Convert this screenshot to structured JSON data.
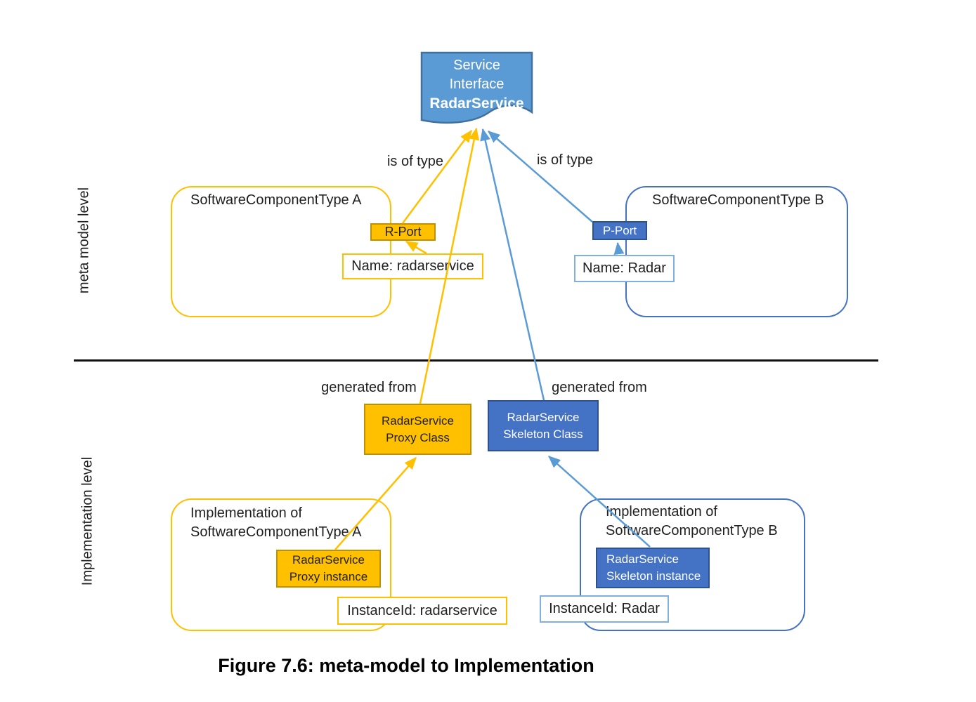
{
  "figure": {
    "caption": "Figure 7.6: meta-model to Implementation"
  },
  "levels": {
    "meta": "meta model level",
    "implementation": "Implementation level"
  },
  "service_interface": {
    "line1": "Service",
    "line2": "Interface",
    "line3": "RadarService"
  },
  "labels": {
    "is_of_type_left": "is of type",
    "is_of_type_right": "is of type",
    "generated_from_left": "generated from",
    "generated_from_right": "generated from"
  },
  "meta_level": {
    "component_a": {
      "title": "SoftwareComponentType A",
      "port": "R-Port",
      "port_name": "Name: radarservice"
    },
    "component_b": {
      "title": "SoftwareComponentType B",
      "port": "P-Port",
      "port_name": "Name: Radar"
    }
  },
  "implementation_level": {
    "proxy_class": {
      "line1": "RadarService",
      "line2": "Proxy Class"
    },
    "skeleton_class": {
      "line1": "RadarService",
      "line2": "Skeleton Class"
    },
    "impl_a": {
      "title_line1": "Implementation of",
      "title_line2": "SoftwareComponentType A",
      "instance_line1": "RadarService",
      "instance_line2": "Proxy instance",
      "instance_id": "InstanceId: radarservice"
    },
    "impl_b": {
      "title_line1": "Implementation of",
      "title_line2": "SoftwareComponentType B",
      "instance_line1": "RadarService",
      "instance_line2": "Skeleton instance",
      "instance_id": "InstanceId: Radar"
    }
  },
  "colors": {
    "orange_fill": "#FFC000",
    "orange_border": "#BF9000",
    "blue_fill": "#4472C4",
    "blue_border": "#2F528F",
    "line_blue": "#5B9BD5",
    "line_orange": "#FFC000",
    "flag_fill": "#5B9BD5",
    "flag_border": "#41719C",
    "pale_blue_border": "#7FB0E0"
  }
}
